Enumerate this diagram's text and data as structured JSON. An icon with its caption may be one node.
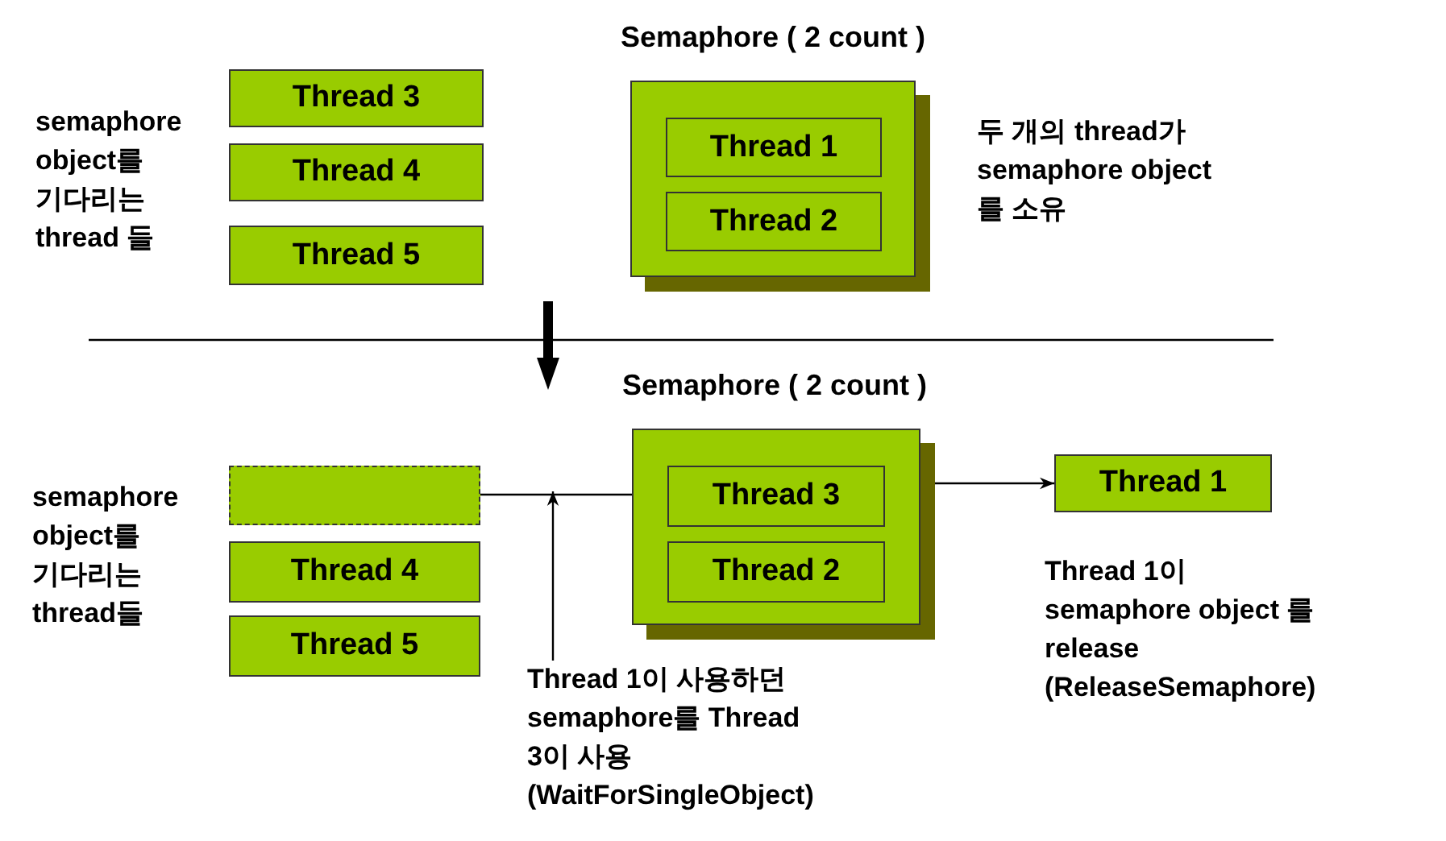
{
  "diagram": {
    "nodes": [
      {
        "text": [
          "Semaphore ( 2 count )"
        ]
      },
      {
        "text": [
          "Thread 1"
        ],
        "in": 0
      },
      {
        "text": [
          "Thread 2"
        ],
        "in": 0
      },
      {
        "text": [
          "Thread 3"
        ]
      },
      {
        "text": [
          "Thread 4"
        ]
      },
      {
        "text": [
          "Thread 5"
        ]
      },
      {
        "text": [
          "Semaphore ( 2 count )"
        ]
      },
      {
        "text": [
          "Thread 3"
        ],
        "in": 6
      },
      {
        "text": [
          "Thread 2"
        ],
        "in": 6
      },
      {
        "text": [],
        "shape": "box"
      },
      {
        "text": [
          "Thread 4"
        ]
      },
      {
        "text": [
          "Thread 5"
        ]
      },
      {
        "text": [
          "Thread 1"
        ]
      },
      {
        "text": [
          "Thread 1이 사용하던 semaphore를 Thread 3이 사용 (WaitForSingleObject)"
        ]
      }
    ],
    "edges": [
      {
        "from": 9,
        "to": 7,
        "arrow": "to"
      },
      {
        "from": 7,
        "to": 12,
        "arrow": "to"
      },
      {
        "from": 13,
        "to": null,
        "arrow": "to"
      }
    ],
    "labels": [
      "semaphore object를 기다리는 thread 들",
      "두 개의 thread가 semaphore object 를 소유",
      "semaphore object를 기다리는 thread들",
      "Thread 1이 semaphore object 를 release (ReleaseSemaphore)"
    ]
  }
}
